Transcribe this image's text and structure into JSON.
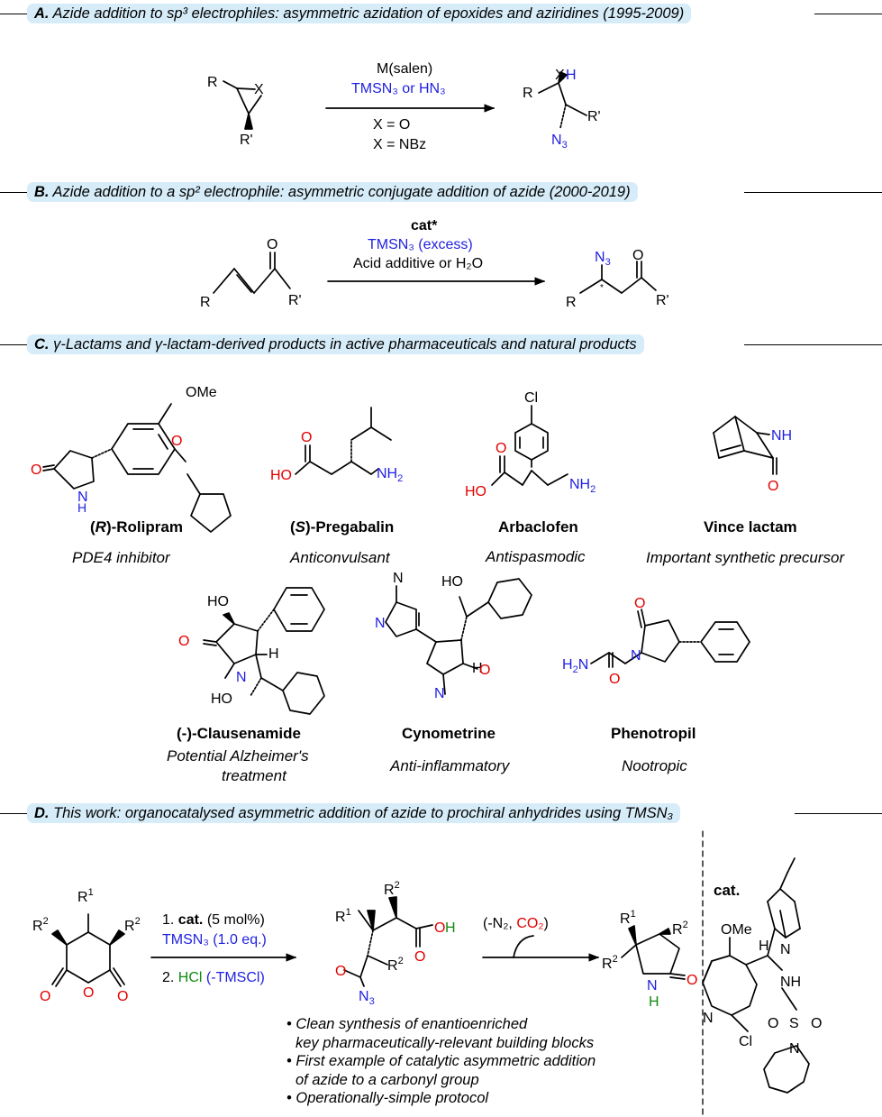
{
  "sections": {
    "a": {
      "letter": "A.",
      "text": "Azide addition to sp³ electrophiles: asymmetric azidation of epoxides and aziridines (1995-2009)"
    },
    "b": {
      "letter": "B.",
      "text": "Azide addition to a sp² electrophile: asymmetric conjugate addition of azide (2000-2019)"
    },
    "c": {
      "letter": "C.",
      "text": "γ-Lactams and γ-lactam-derived products in active pharmaceuticals and natural products"
    },
    "d": {
      "letter": "D.",
      "text": "This work: organocatalysed asymmetric addition of azide to prochiral anhydrides using TMSN₃"
    }
  },
  "reaction_a": {
    "catalyst": "M(salen)",
    "reagent": "TMSN₃ or HN₃",
    "cond1": "X = O",
    "cond2": "X = NBz"
  },
  "reaction_b": {
    "catalyst": "cat*",
    "reagent": "TMSN₃ (excess)",
    "additive": "Acid additive or H₂O"
  },
  "compounds": [
    {
      "name_pre": "(",
      "name_it": "R",
      "name_post": ")-Rolipram",
      "desc": "PDE4 inhibitor"
    },
    {
      "name_pre": "(",
      "name_it": "S",
      "name_post": ")-Pregabalin",
      "desc": "Anticonvulsant"
    },
    {
      "name_pre": "",
      "name_it": "",
      "name_post": "Arbaclofen",
      "desc": "Antispasmodic"
    },
    {
      "name_pre": "",
      "name_it": "",
      "name_post": "Vince lactam",
      "desc": "Important synthetic precursor"
    },
    {
      "name_pre": "",
      "name_it": "",
      "name_post": "(-)-Clausenamide",
      "desc": "Potential Alzheimer's",
      "desc2": "treatment"
    },
    {
      "name_pre": "",
      "name_it": "",
      "name_post": "Cynometrine",
      "desc": "Anti-inflammatory"
    },
    {
      "name_pre": "",
      "name_it": "",
      "name_post": "Phenotropil",
      "desc": "Nootropic"
    }
  ],
  "reaction_d": {
    "step1_num": "1. ",
    "step1_cat": "cat.",
    "step1_load": " (5 mol%)",
    "step1_reagent": "TMSN₃ (1.0 eq.)",
    "step2_num": "2. ",
    "step2_hcl": "HCl",
    "step2_tmscl": " (-TMSCl)",
    "loss_n2": "(-N₂, ",
    "loss_co2": "CO₂",
    "loss_close": ")",
    "cat_label": "cat."
  },
  "bullets": [
    "• Clean synthesis of enantioenriched",
    "   key pharmaceutically-relevant building blocks",
    "• First example of catalytic asymmetric addition",
    "   of azide to a carbonyl group",
    "• Operationally-simple protocol"
  ],
  "colors": {
    "red": "#e30000",
    "blue": "#1f1fe0",
    "green": "#108a10",
    "section_bg": "#d6ecf8"
  }
}
